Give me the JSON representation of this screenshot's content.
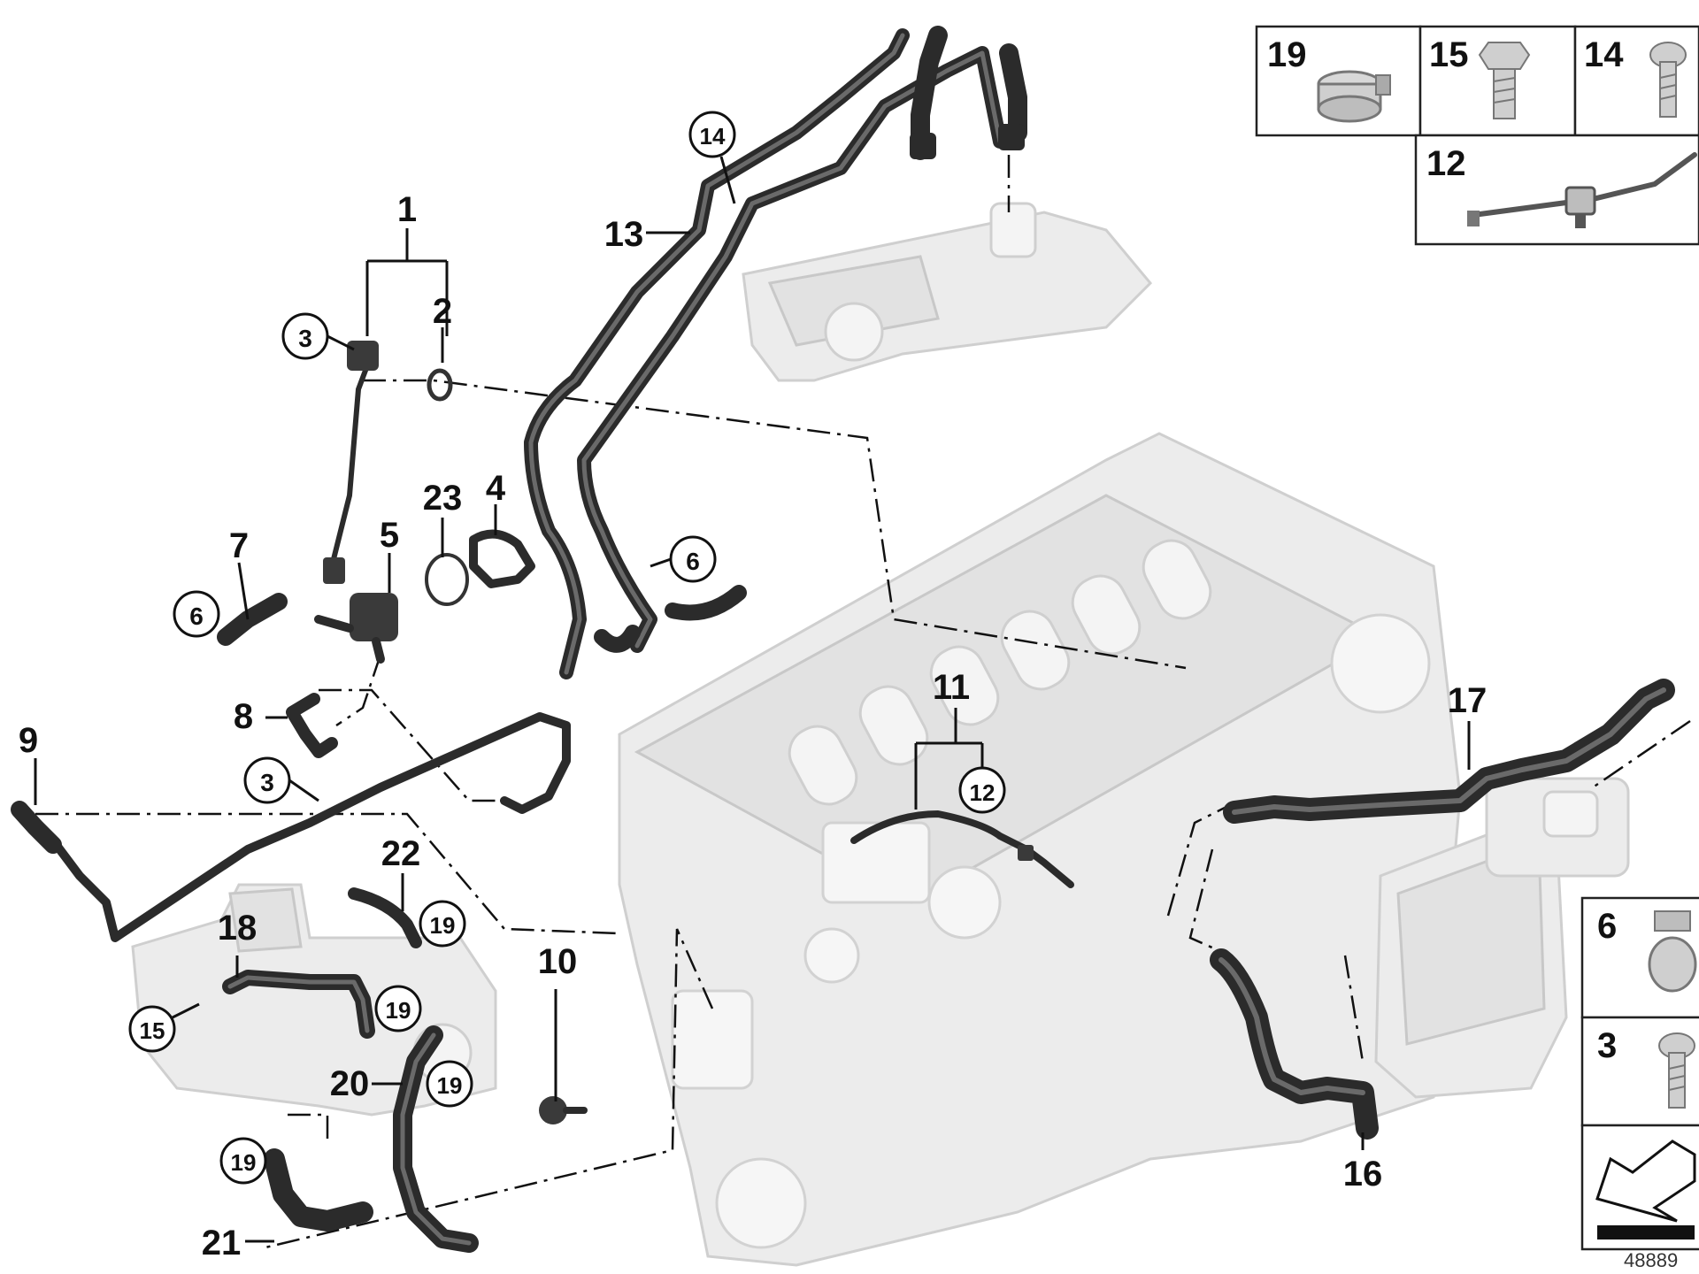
{
  "labels": {
    "l1": "1",
    "l2": "2",
    "l4": "4",
    "l5": "5",
    "l7": "7",
    "l8": "8",
    "l9": "9",
    "l10": "10",
    "l11": "11",
    "l13": "13",
    "l16": "16",
    "l17": "17",
    "l18": "18",
    "l20": "20",
    "l21": "21",
    "l22": "22",
    "l23": "23"
  },
  "callouts": {
    "c3a": "3",
    "c3b": "3",
    "c6a": "6",
    "c6b": "6",
    "c12": "12",
    "c14": "14",
    "c15": "15",
    "c19a": "19",
    "c19b": "19",
    "c19c": "19",
    "c19d": "19"
  },
  "legend_top": {
    "cell1": "19",
    "cell2": "15",
    "cell3": "14",
    "cell4": "12"
  },
  "legend_right": {
    "cell1": "6",
    "cell2": "3"
  },
  "reference_number": "48889"
}
